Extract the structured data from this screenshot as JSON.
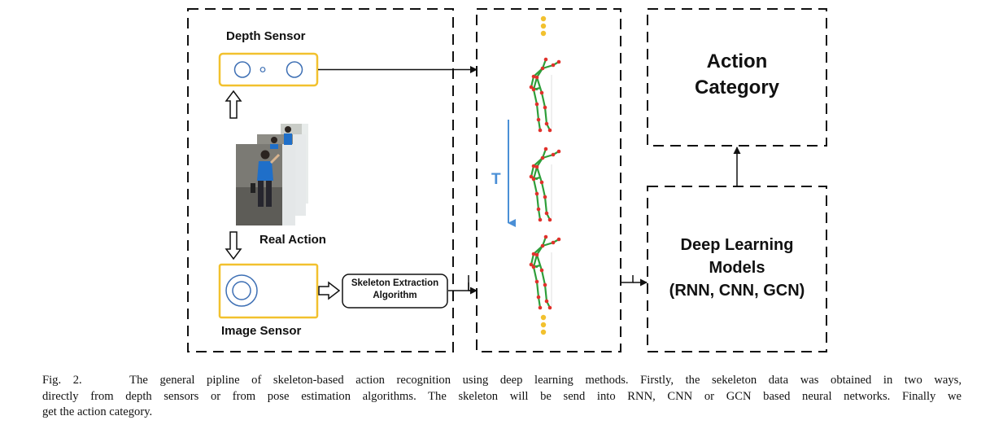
{
  "labels": {
    "depth_sensor": "Depth Sensor",
    "real_action": "Real Action",
    "image_sensor": "Image Sensor",
    "skeleton_extraction_line1": "Skeleton Extraction",
    "skeleton_extraction_line2": "Algorithm",
    "time_axis": "T",
    "action_category_line1": "Action",
    "action_category_line2": "Category",
    "deep_learning_line1": "Deep Learning",
    "deep_learning_line2": "Models",
    "deep_learning_line3": "(RNN, CNN, GCN)"
  },
  "caption": {
    "fig": "Fig. 2.",
    "line1": "The general pipline of skeleton-based action recognition using deep learning methods. Firstly, the sekeleton data was obtained in two ways,",
    "line2": "directly from depth sensors or from pose estimation algorithms. The skeleton will be send into RNN, CNN or GCN based neural networks. Finally we",
    "line3": "get the action category."
  },
  "colors": {
    "sensor_border": "#f2c12e",
    "sensor_lens": "#3d6fb4",
    "time_arrow": "#4a8fd6",
    "bone": "#2e9e3a",
    "joint": "#e0312b",
    "dots": "#f2c12e",
    "person_shirt": "#1f6fc9"
  },
  "icons": [
    "depth-camera-icon",
    "image-camera-icon",
    "hollow-up-arrow-icon",
    "hollow-down-arrow-icon",
    "hollow-right-arrow-icon",
    "skeleton-figure-icon",
    "person-photo-stack"
  ]
}
